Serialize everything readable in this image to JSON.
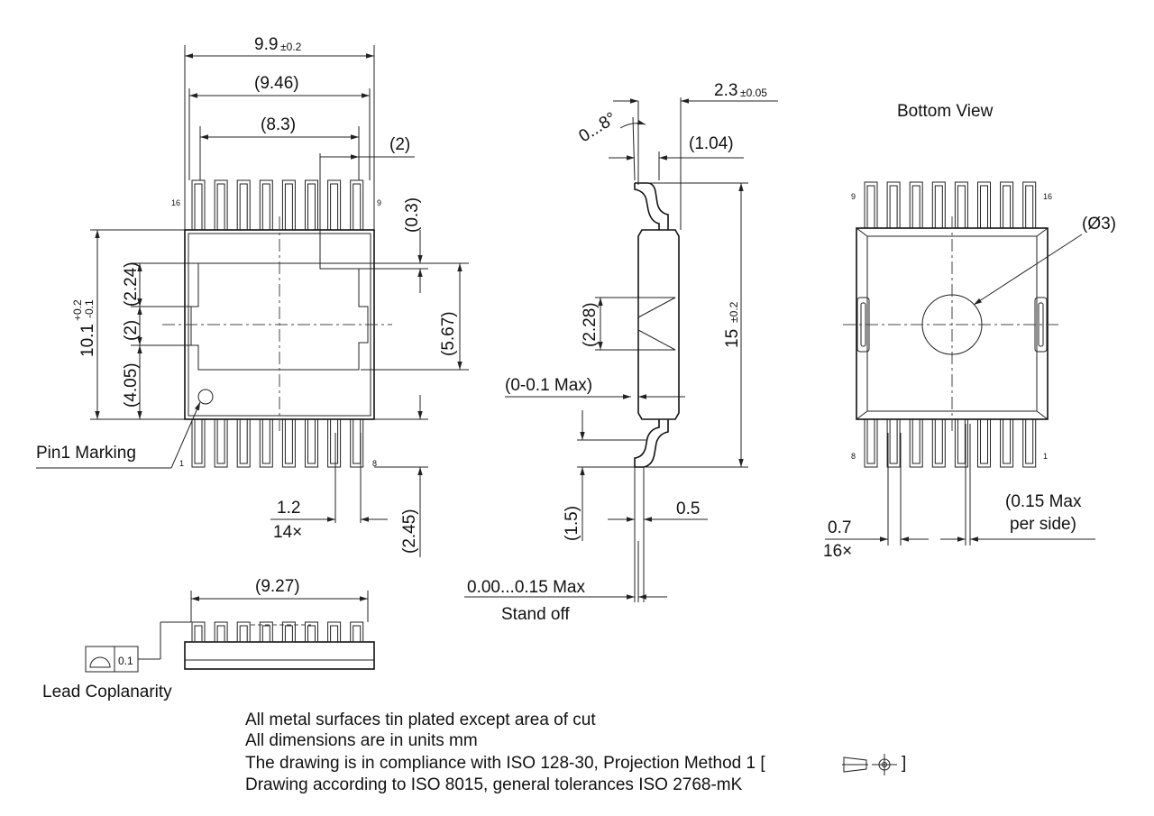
{
  "top_view": {
    "width_overall": "9.9",
    "width_overall_tol": "±0.2",
    "width_inner": "(9.46)",
    "tab_width": "(8.3)",
    "tab_offset": "(2)",
    "tab_gap": "(0.3)",
    "body_height": "10.1",
    "body_height_tol_plus": "+0.2",
    "body_height_tol_minus": "-0.1",
    "dim_224": "(2.24)",
    "dim_2": "(2)",
    "dim_405": "(4.05)",
    "dim_567": "(5.67)",
    "pitch": "1.2",
    "pitch_count": "14×",
    "lead_len": "(2.45)",
    "pin_marking": "Pin1 Marking",
    "pin_16": "16",
    "pin_9": "9",
    "pin_1": "1",
    "pin_8": "8"
  },
  "front_view": {
    "lead_span": "(9.27)",
    "coplanarity_value": "0.1",
    "coplanarity_label": "Lead Coplanarity"
  },
  "side_view": {
    "height": "2.3",
    "height_tol": "±0.05",
    "angle": "0...8°",
    "dim_104": "(1.04)",
    "dim_228": "(2.28)",
    "dim_0_01": "(0-0.1 Max)",
    "length": "15",
    "length_tol": "±0.2",
    "dim_15": "(1.5)",
    "dim_05": "0.5",
    "standoff_value": "0.00...0.15 Max",
    "standoff_label": "Stand off"
  },
  "bottom_view": {
    "title": "Bottom View",
    "dia": "(Ø3)",
    "lead_width": "0.7",
    "lead_count": "16×",
    "max_per_side_1": "(0.15 Max",
    "max_per_side_2": "per side)",
    "pin_9": "9",
    "pin_16": "16",
    "pin_8": "8",
    "pin_1": "1"
  },
  "notes": [
    "All metal surfaces tin plated except area of cut",
    "All dimensions are in units mm",
    "The drawing is in compliance with ISO 128-30, Projection Method 1 [",
    "]",
    "Drawing according to ISO 8015, general tolerances ISO 2768-mK"
  ]
}
